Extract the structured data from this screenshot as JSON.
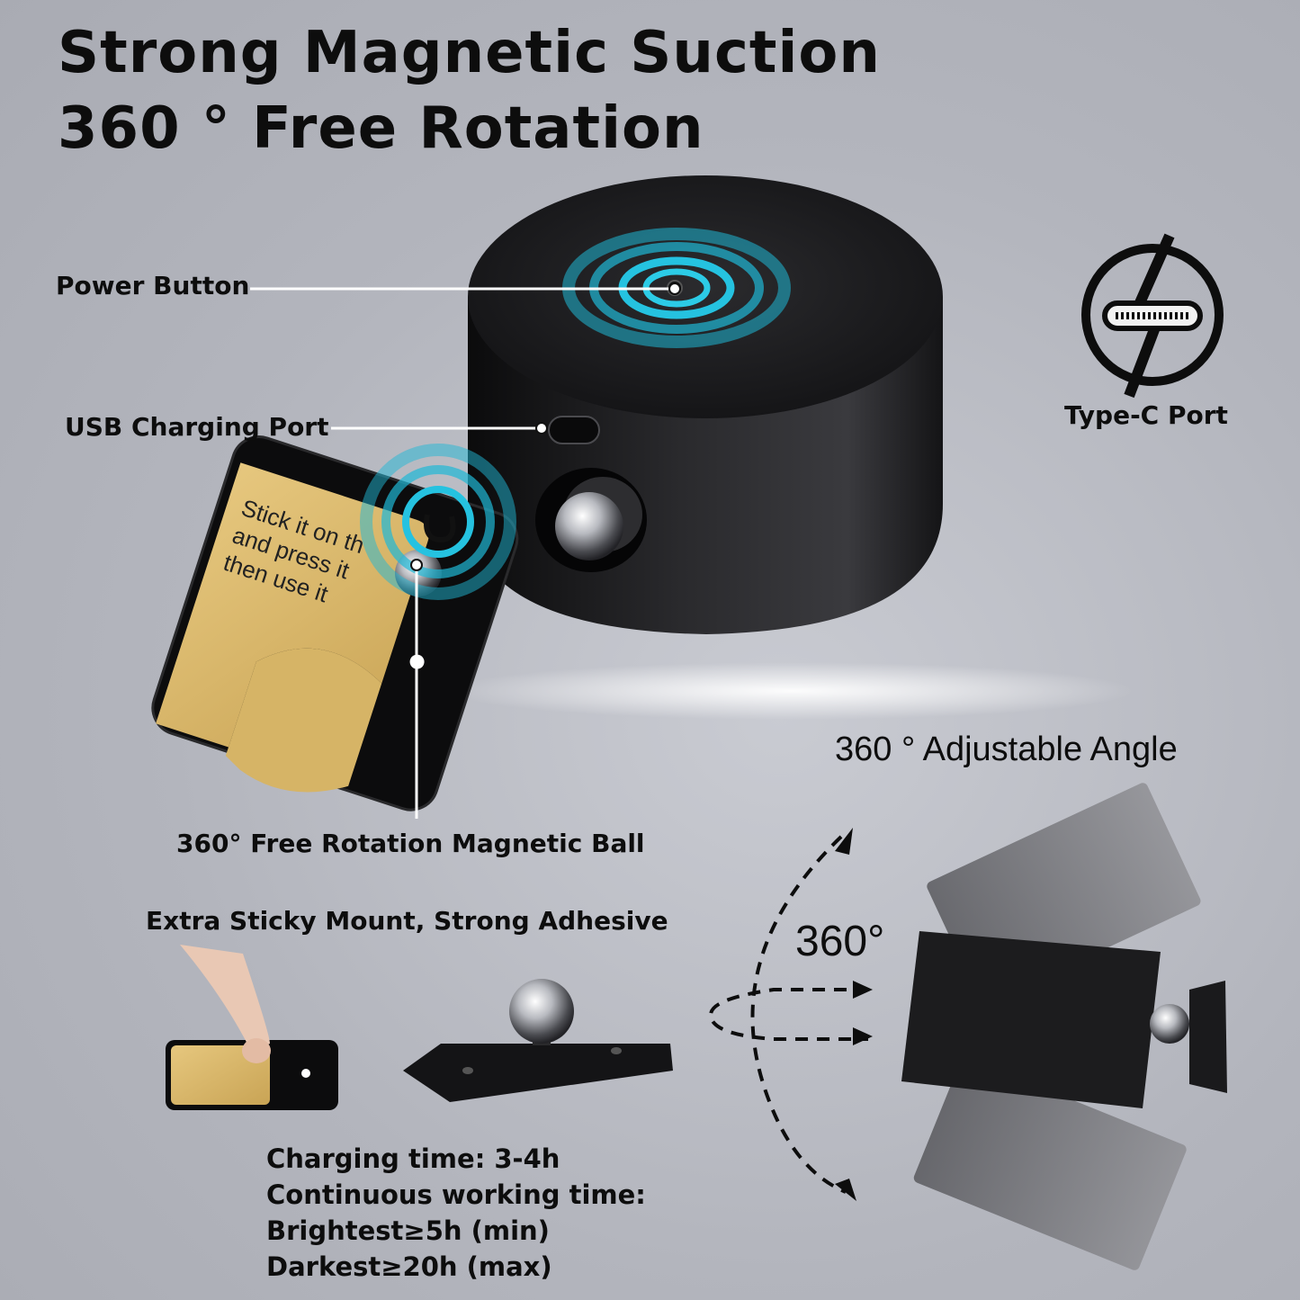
{
  "headline": {
    "line1": "Strong Magnetic Suction",
    "line2": "360 ° Free Rotation"
  },
  "callouts": {
    "power_button": "Power Button",
    "usb_port": "USB Charging Port",
    "type_c": "Type-C Port",
    "magnetic_ball": "360° Free Rotation Magnetic Ball",
    "adjustable_angle": "360 ° Adjustable Angle",
    "rotation_degree": "360°",
    "sticky_mount": "Extra Sticky Mount, Strong Adhesive"
  },
  "adhesive_text": {
    "line1": "Stick it on th",
    "line2": "and press it",
    "line3": "then use it"
  },
  "specs": {
    "charging": "Charging time: 3-4h",
    "working": "Continuous working time:",
    "brightest": "Brightest≥5h (min)",
    "darkest": "Darkest≥20h (max)"
  },
  "colors": {
    "accent_glow": "#1fb8d6",
    "device_body": "#1a1a1c",
    "adhesive": "#d9b666",
    "text": "#0d0d0d"
  },
  "icons": [
    "usb-c-lightning-icon",
    "magnet-icon",
    "power-pulse-icon",
    "rotation-arrows-icon"
  ]
}
